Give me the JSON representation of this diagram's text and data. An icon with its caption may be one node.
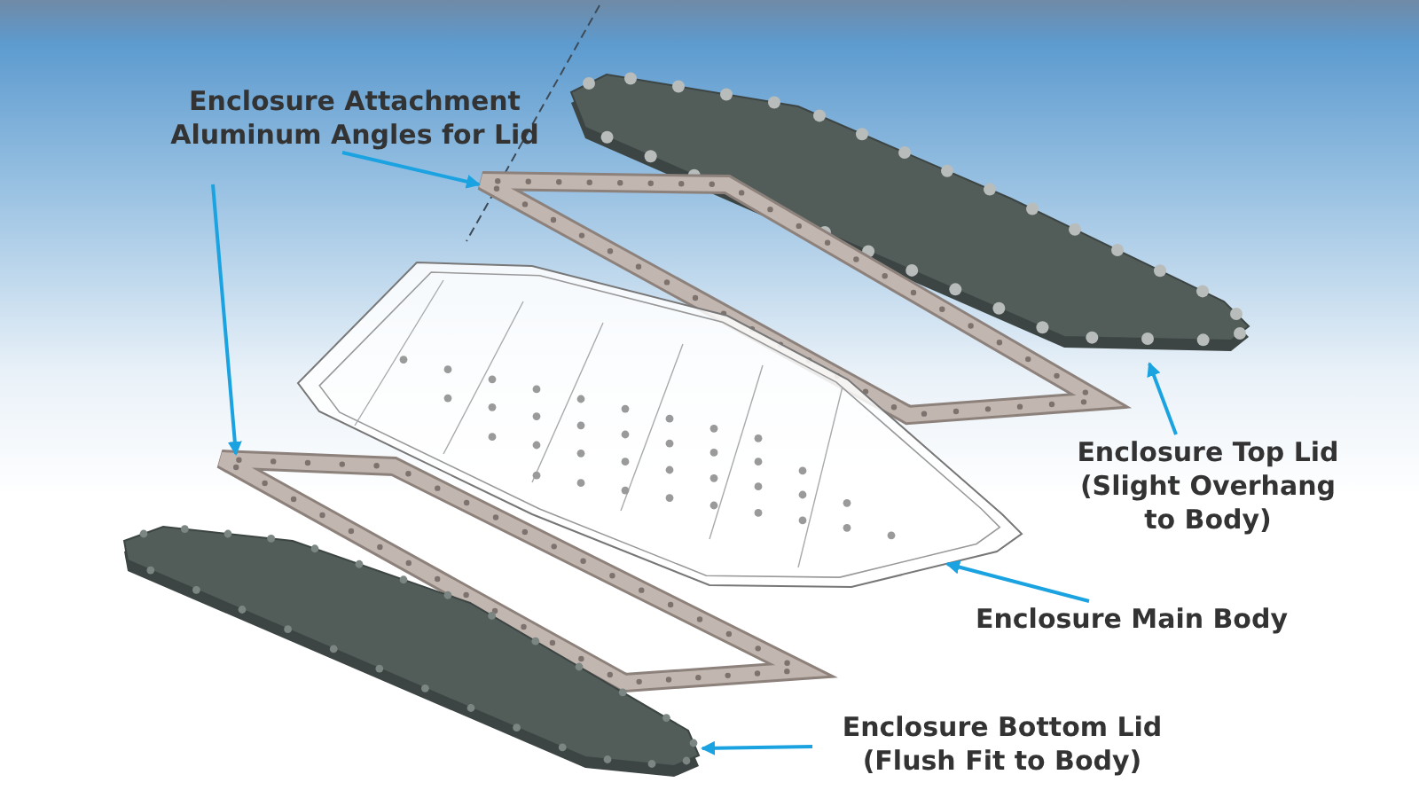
{
  "diagram": {
    "nodes": [
      {
        "text": [
          "Enclosure Attachment Aluminum Angles for Lid"
        ]
      },
      {
        "text": [],
        "shape": "picture"
      },
      {
        "text": [],
        "shape": "picture"
      },
      {
        "text": [],
        "shape": "picture"
      },
      {
        "text": [],
        "shape": "picture"
      },
      {
        "text": [],
        "shape": "picture"
      },
      {
        "text": [
          "Enclosure Top Lid (Slight Overhang to Body)"
        ]
      },
      {
        "text": [
          "Enclosure Main Body"
        ]
      },
      {
        "text": [
          "Enclosure Bottom Lid (Flush Fit to Body)"
        ]
      }
    ],
    "edges": [
      {
        "from": 0,
        "to": 2,
        "arrow": "to"
      },
      {
        "from": 0,
        "to": 4,
        "arrow": "to"
      },
      {
        "from": 6,
        "to": 1,
        "arrow": "to"
      },
      {
        "from": 7,
        "to": 3,
        "arrow": "to"
      },
      {
        "from": 8,
        "to": 5,
        "arrow": "to"
      }
    ]
  }
}
